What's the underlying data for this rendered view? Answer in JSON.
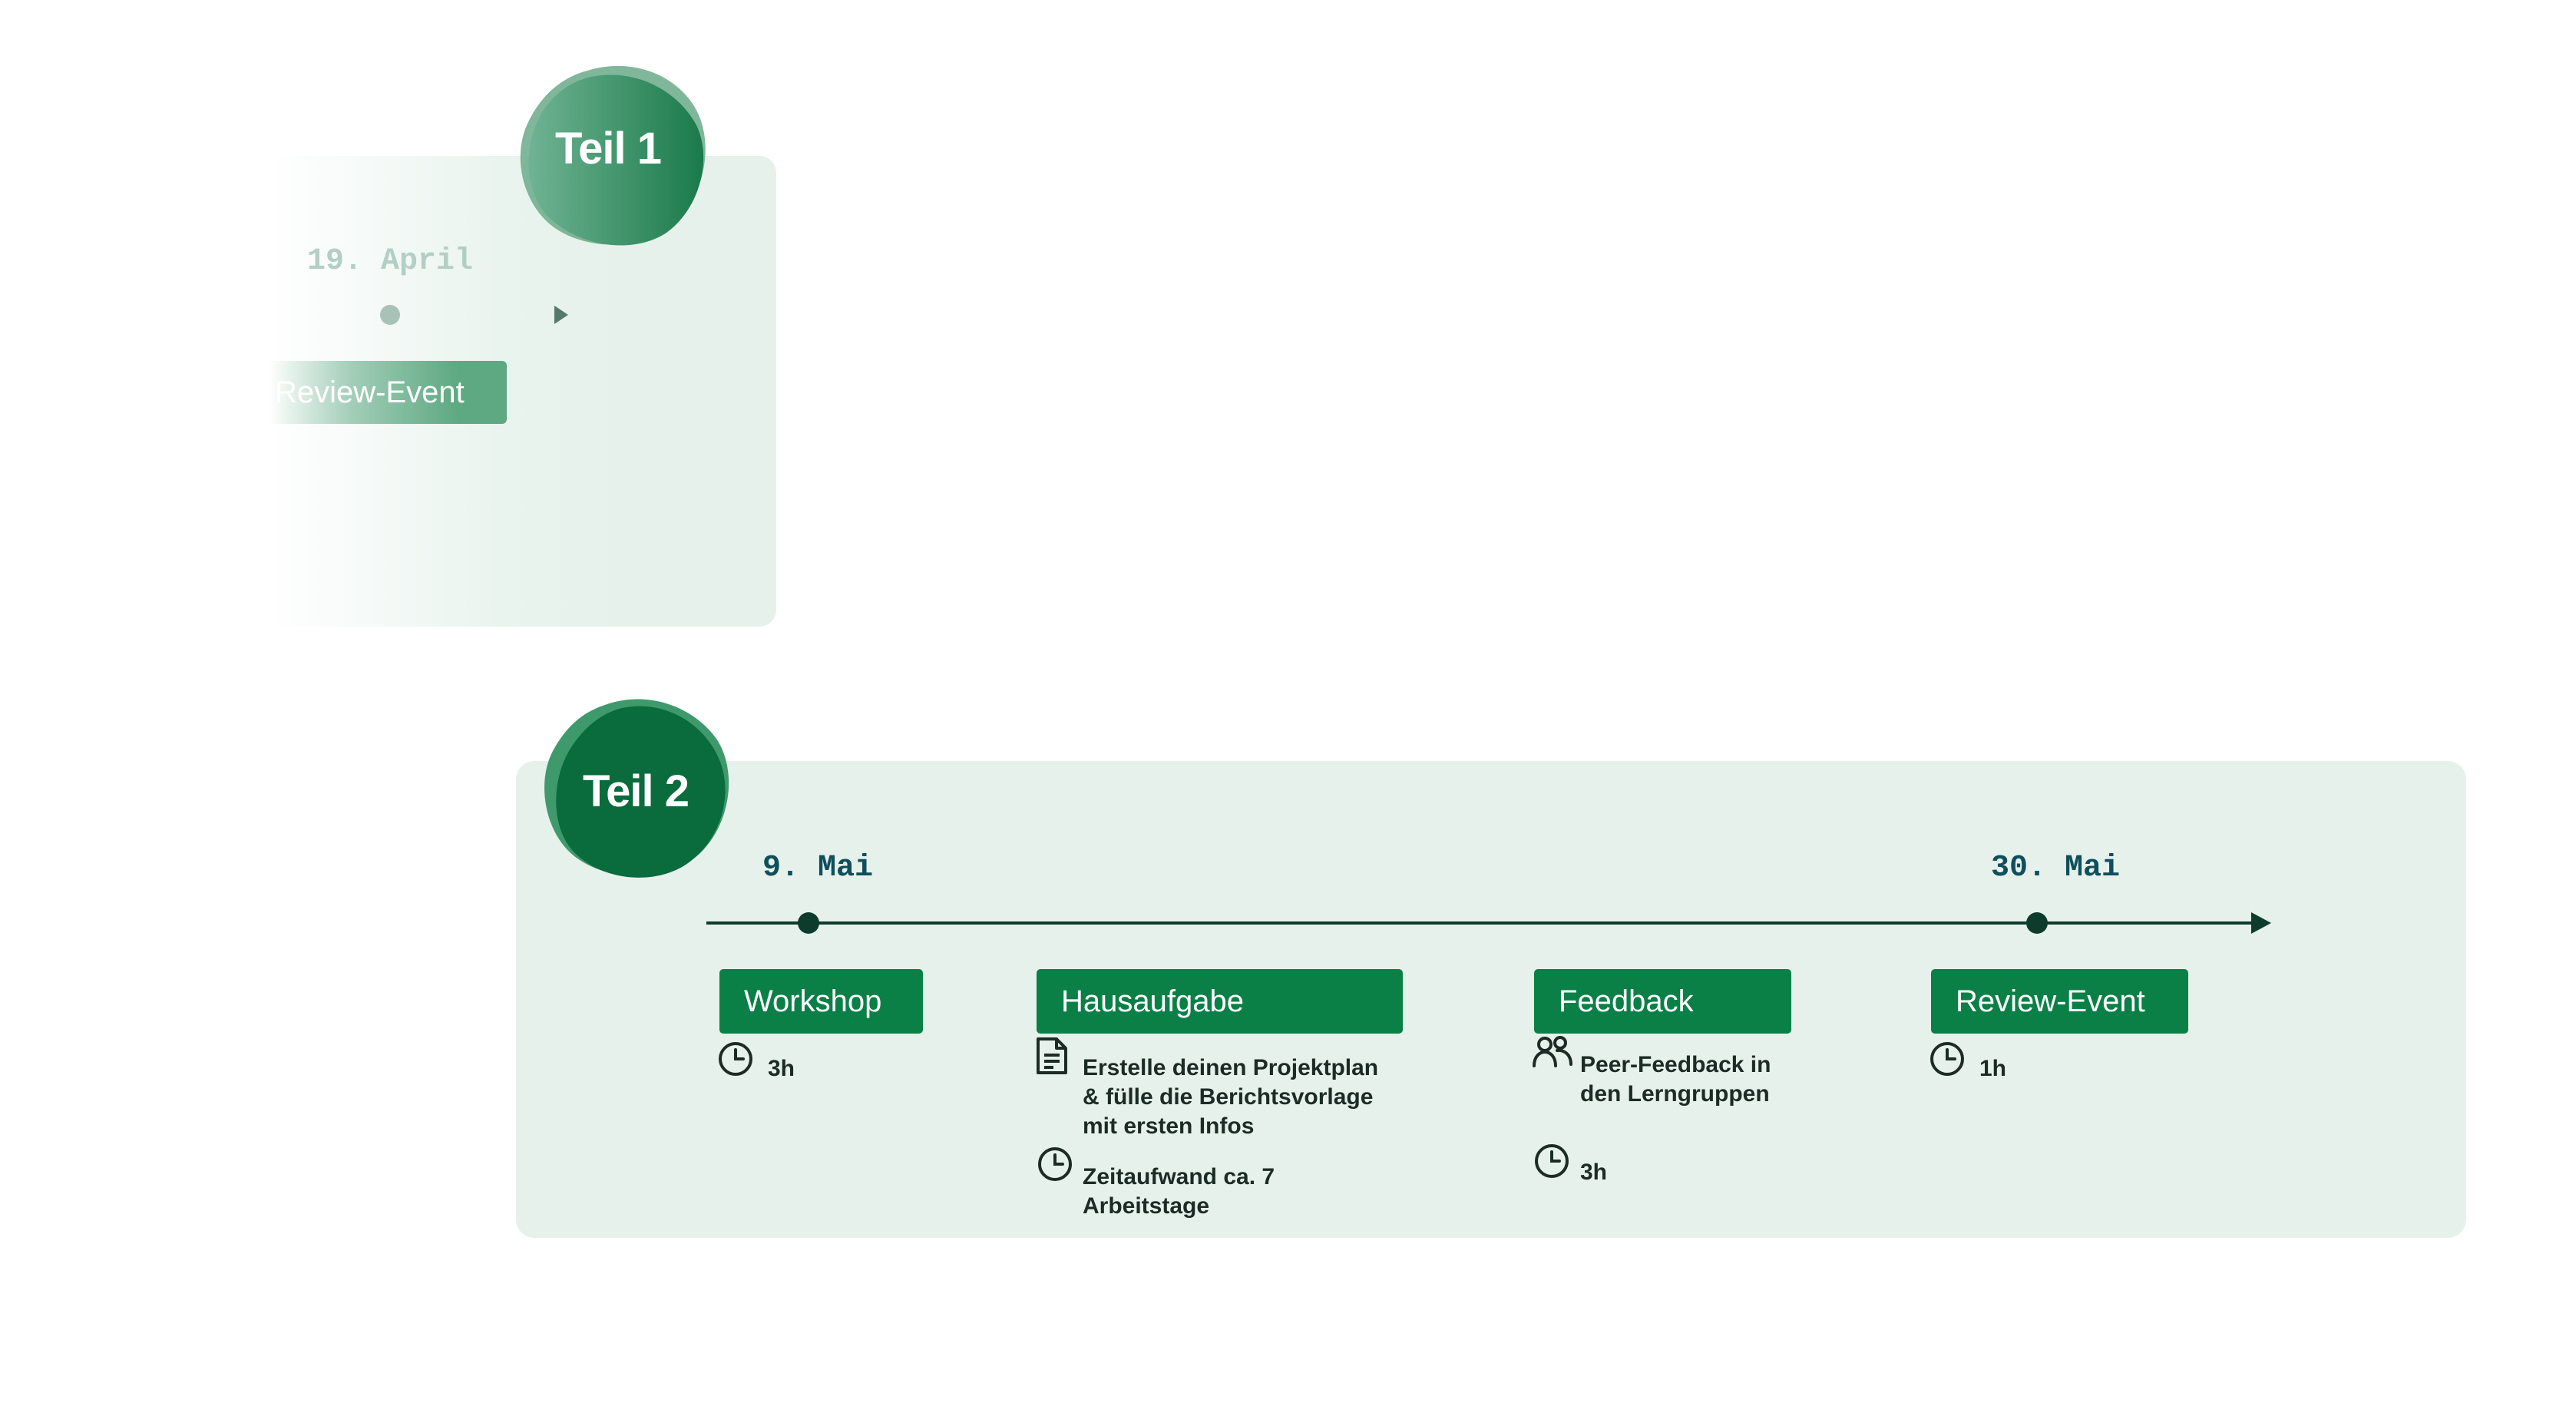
{
  "colors": {
    "panel_bg": "#e6f1ec",
    "event_bg": "#0a8046",
    "event_text": "#ffffff",
    "date_text": "#0f4f5c",
    "axis_line": "#0d3b2c",
    "detail_text": "#1c2b26",
    "blob_dark": "#0a6b3c",
    "blob_light": "#48a075",
    "faded_date": "#b3cfc5"
  },
  "part1": {
    "title": "Teil 1",
    "date": "19. April",
    "event": {
      "label": "Review-Event"
    }
  },
  "part2": {
    "title": "Teil 2",
    "dates": [
      "9. Mai",
      "30. Mai"
    ],
    "events": [
      {
        "label": "Workshop",
        "icon": "clock-icon",
        "detail": "3h"
      },
      {
        "label": "Hausaufgabe",
        "icon": "document-icon",
        "detail_lines": [
          "Erstelle deinen Projektplan",
          "& fülle die Berichtsvorlage",
          "mit ersten Infos"
        ],
        "icon2": "clock-icon",
        "detail2_lines": [
          "Zeitaufwand ca. 7",
          "Arbeitstage"
        ]
      },
      {
        "label": "Feedback",
        "icon": "people-icon",
        "detail_lines": [
          "Peer-Feedback in",
          "den Lerngruppen"
        ],
        "icon2": "clock-icon",
        "detail2": "3h"
      },
      {
        "label": "Review-Event",
        "icon": "clock-icon",
        "detail": "1h"
      }
    ]
  }
}
